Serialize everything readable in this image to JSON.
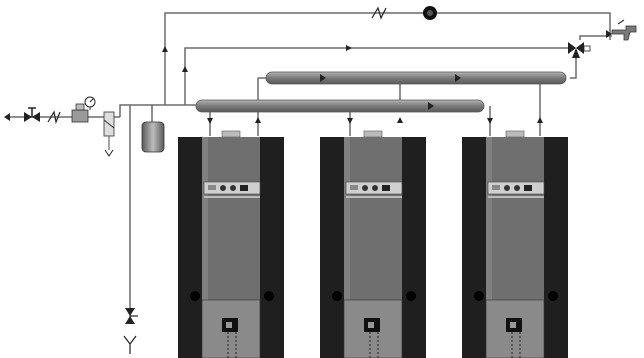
{
  "diagram": {
    "heaters": [
      {
        "id": "heater-1"
      },
      {
        "id": "heater-2"
      },
      {
        "id": "heater-3"
      }
    ],
    "components": [
      {
        "name": "cold-water-inlet",
        "kind": "inlet"
      },
      {
        "name": "shutoff-valve",
        "kind": "valve"
      },
      {
        "name": "check-valve",
        "kind": "valve"
      },
      {
        "name": "pressure-reducing-valve",
        "kind": "valve"
      },
      {
        "name": "pressure-gauge",
        "kind": "gauge"
      },
      {
        "name": "safety-relief-valve",
        "kind": "valve"
      },
      {
        "name": "expansion-tank",
        "kind": "tank"
      },
      {
        "name": "drain-valve",
        "kind": "valve"
      },
      {
        "name": "drain-outlet",
        "kind": "outlet"
      },
      {
        "name": "circulation-pump",
        "kind": "pump"
      },
      {
        "name": "thermostatic-mixing-valve",
        "kind": "valve"
      },
      {
        "name": "hot-water-tap",
        "kind": "fixture"
      },
      {
        "name": "cold-manifold",
        "kind": "header"
      },
      {
        "name": "hot-manifold",
        "kind": "header"
      }
    ],
    "colors": {
      "pipe": "#6b6b6b",
      "manifold": "#8a8a8a",
      "heater_dark": "#2b2b2b",
      "heater_body": "#6f6f6f",
      "panel": "#cfcfcf"
    }
  }
}
